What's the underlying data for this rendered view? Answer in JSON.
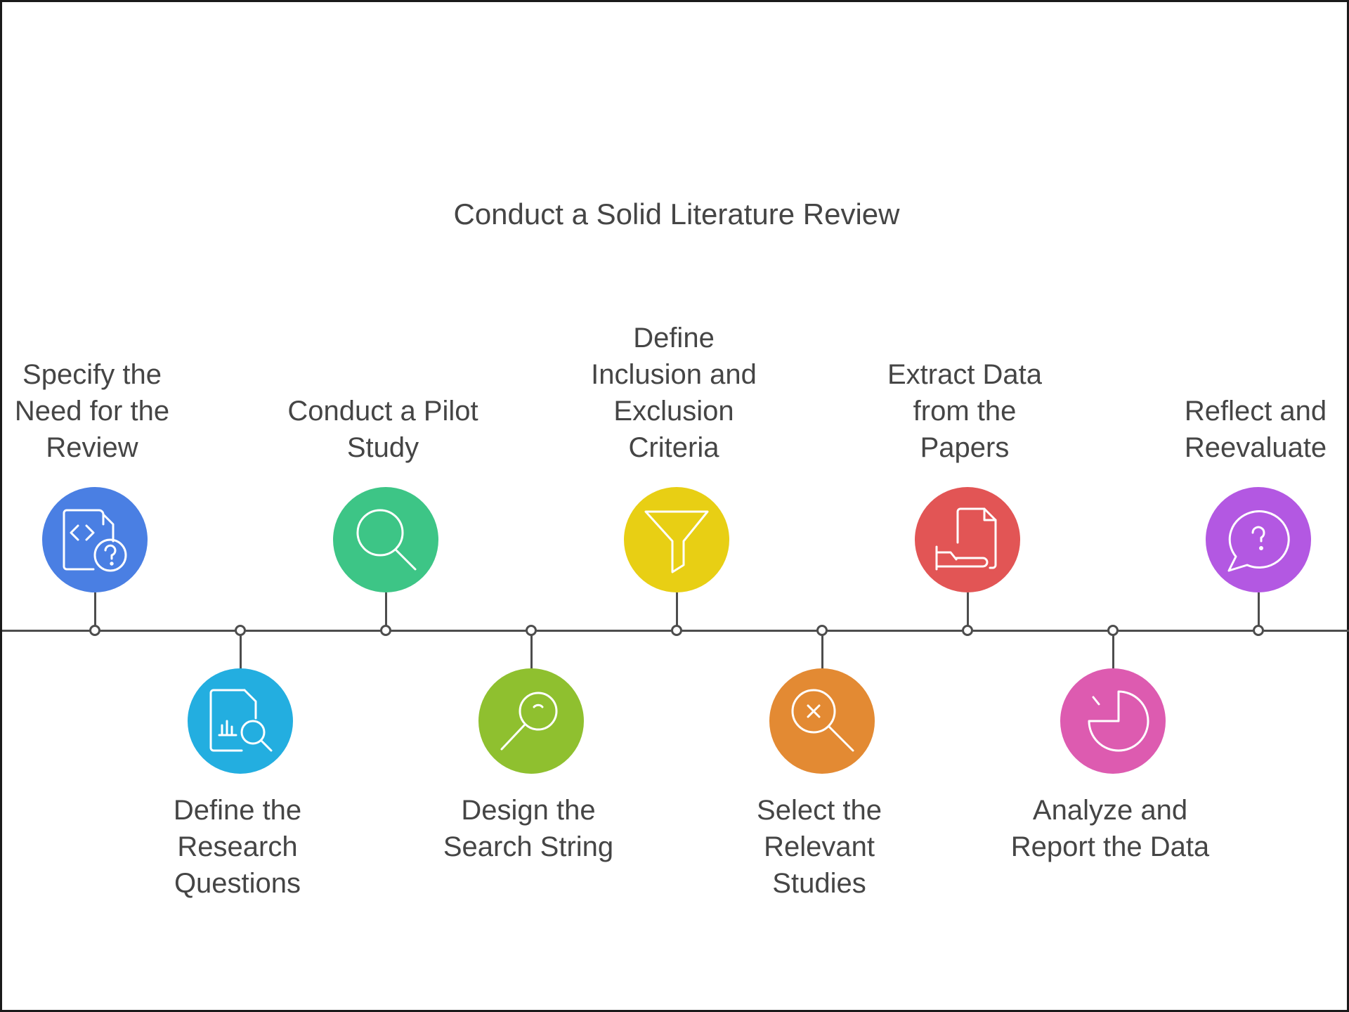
{
  "title": "Conduct a Solid Literature Review",
  "steps": [
    {
      "lines": [
        "Specify the",
        "Need for the",
        "Review"
      ],
      "color": "#4a7fe3",
      "icon": "document-code-question-icon"
    },
    {
      "lines": [
        "Define the",
        "Research",
        "Questions"
      ],
      "color": "#23aee0",
      "icon": "document-chart-search-icon"
    },
    {
      "lines": [
        "Conduct a Pilot",
        "Study"
      ],
      "color": "#3dc586",
      "icon": "magnifier-icon"
    },
    {
      "lines": [
        "Design the",
        "Search String"
      ],
      "color": "#8fc02f",
      "icon": "magnifier-tilted-icon"
    },
    {
      "lines": [
        "Define",
        "Inclusion and",
        "Exclusion",
        "Criteria"
      ],
      "color": "#e8cf14",
      "icon": "funnel-icon"
    },
    {
      "lines": [
        "Select the",
        "Relevant",
        "Studies"
      ],
      "color": "#e38a33",
      "icon": "magnifier-x-icon"
    },
    {
      "lines": [
        "Extract Data",
        "from the",
        "Papers"
      ],
      "color": "#e25555",
      "icon": "hand-document-icon"
    },
    {
      "lines": [
        "Analyze and",
        "Report the Data"
      ],
      "color": "#dd5bb0",
      "icon": "pie-chart-icon"
    },
    {
      "lines": [
        "Reflect and",
        "Reevaluate"
      ],
      "color": "#b358e2",
      "icon": "chat-question-icon"
    }
  ]
}
